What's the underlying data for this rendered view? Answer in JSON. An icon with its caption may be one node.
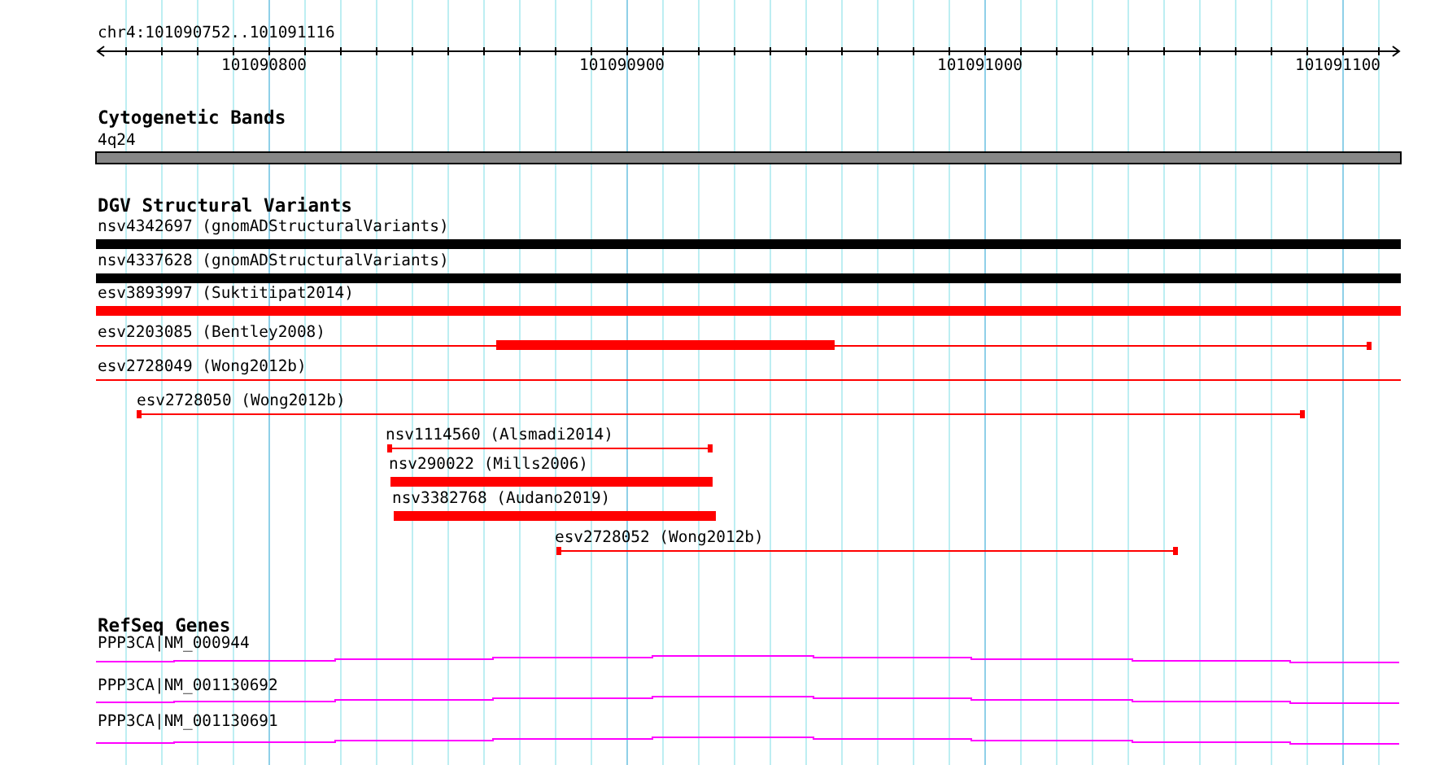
{
  "diagram": {
    "labels": [
      "chr4:101090752..101091116",
      "101090800",
      "101090900",
      "101091000",
      "101091100",
      "Cytogenetic Bands",
      "4q24",
      "DGV Structural Variants",
      "nsv4342697 (gnomADStructuralVariants)",
      "nsv4337628 (gnomADStructuralVariants)",
      "esv3893997 (Suktitipat2014)",
      "esv2203085 (Bentley2008)",
      "esv2728049 (Wong2012b)",
      "esv2728050 (Wong2012b)",
      "nsv1114560 (Alsmadi2014)",
      "nsv290022 (Mills2006)",
      "nsv3382768 (Audano2019)",
      "esv2728052 (Wong2012b)",
      "RefSeq Genes",
      "PPP3CA|NM_000944",
      "PPP3CA|NM_001130692",
      "PPP3CA|NM_001130691"
    ]
  }
}
